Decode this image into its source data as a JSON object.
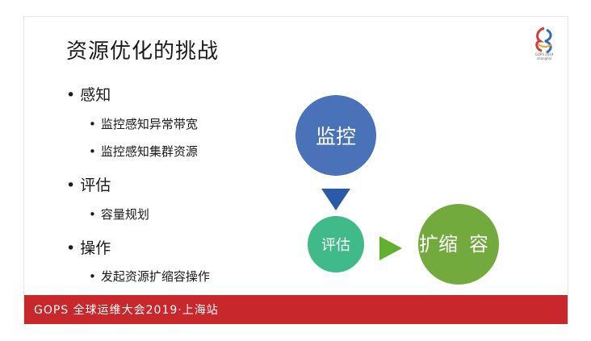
{
  "slide": {
    "title": "资源优化的挑战",
    "bullets": [
      {
        "text": "感知"
      },
      {
        "text": "监控感知异常带宽"
      },
      {
        "text": "监控感知集群资源"
      },
      {
        "text": "评估"
      },
      {
        "text": "容量规划"
      },
      {
        "text": "操作"
      },
      {
        "text": "发起资源扩缩容操作"
      }
    ],
    "bullet_glyph": "•",
    "diagram": {
      "monitor": "监控",
      "evaluate": "评估",
      "scale_line1": "扩缩",
      "scale_line2": "容"
    },
    "footer": "GOPS 全球运维大会2019·上海站",
    "logo_text": "GOPS 2019 shanghai"
  },
  "colors": {
    "monitor": "#4a72b8",
    "evaluate": "#3fba88",
    "scale": "#72aa3d",
    "footer": "#c8282b"
  }
}
